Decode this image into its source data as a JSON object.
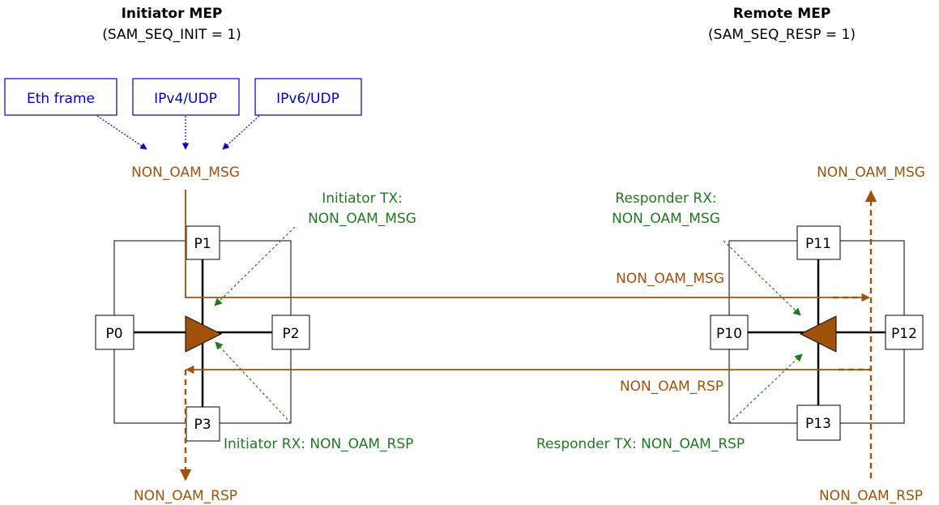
{
  "colors": {
    "blue": "#0000cc",
    "brown": "#a0520a",
    "green": "#1f7a1f",
    "black": "#000000"
  },
  "initiator": {
    "title": "Initiator MEP",
    "subtitle": "(SAM_SEQ_INIT = 1)",
    "sources": [
      "Eth frame",
      "IPv4/UDP",
      "IPv6/UDP"
    ],
    "msg_label": "NON_OAM_MSG",
    "rsp_label": "NON_OAM_RSP",
    "tx_note": [
      "Initiator TX:",
      "NON_OAM_MSG"
    ],
    "rx_note": "Initiator RX: NON_OAM_RSP",
    "ports": [
      "P0",
      "P1",
      "P2",
      "P3"
    ]
  },
  "remote": {
    "title": "Remote MEP",
    "subtitle": "(SAM_SEQ_RESP = 1)",
    "msg_label": "NON_OAM_MSG",
    "rsp_label": "NON_OAM_RSP",
    "rx_note": [
      "Responder RX:",
      "NON_OAM_MSG"
    ],
    "tx_note": "Responder TX: NON_OAM_RSP",
    "ports": [
      "P10",
      "P11",
      "P12",
      "P13"
    ]
  },
  "links": {
    "msg_label": "NON_OAM_MSG",
    "rsp_label": "NON_OAM_RSP"
  }
}
